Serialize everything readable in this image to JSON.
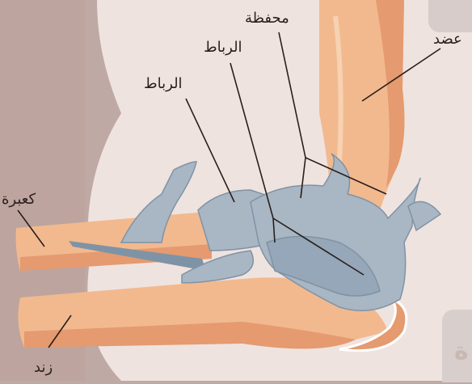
{
  "labels": {
    "capsule": "محفظة",
    "ligament_top": "الرباط",
    "ligament_left": "الرباط",
    "humerus": "عضد",
    "radius": "كعبرة",
    "ulna": "زند"
  },
  "partial_letter": "ة",
  "colors": {
    "background": "#bfa9a4",
    "panel": "#efe3df",
    "bone": "#f2b98f",
    "bone_shadow": "#e59a6f",
    "ligament": "#a9b6c3",
    "ligament_dark": "#7f93a6"
  }
}
